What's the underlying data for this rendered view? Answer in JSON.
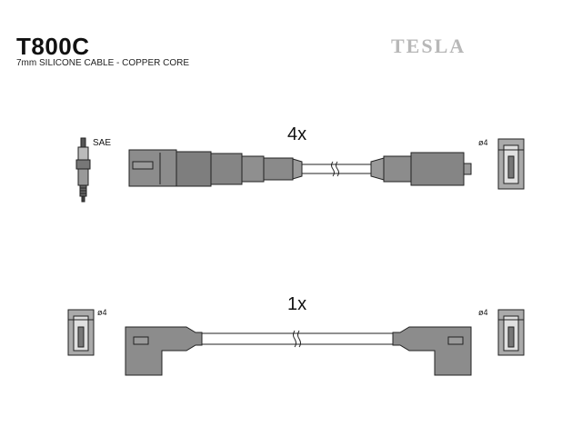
{
  "header": {
    "part_number": "T800C",
    "description": "7mm SILICONE CABLE - COPPER CORE",
    "brand": "TESLA"
  },
  "row1": {
    "quantity": "4x",
    "spark_plug_label": "SAE",
    "coil_label": "ø4"
  },
  "row2": {
    "quantity": "1x",
    "left_label": "ø4",
    "right_label": "ø4"
  },
  "colors": {
    "part_fill": "#8c8c8c",
    "stroke": "#222222",
    "brand": "#b8b8b8"
  }
}
